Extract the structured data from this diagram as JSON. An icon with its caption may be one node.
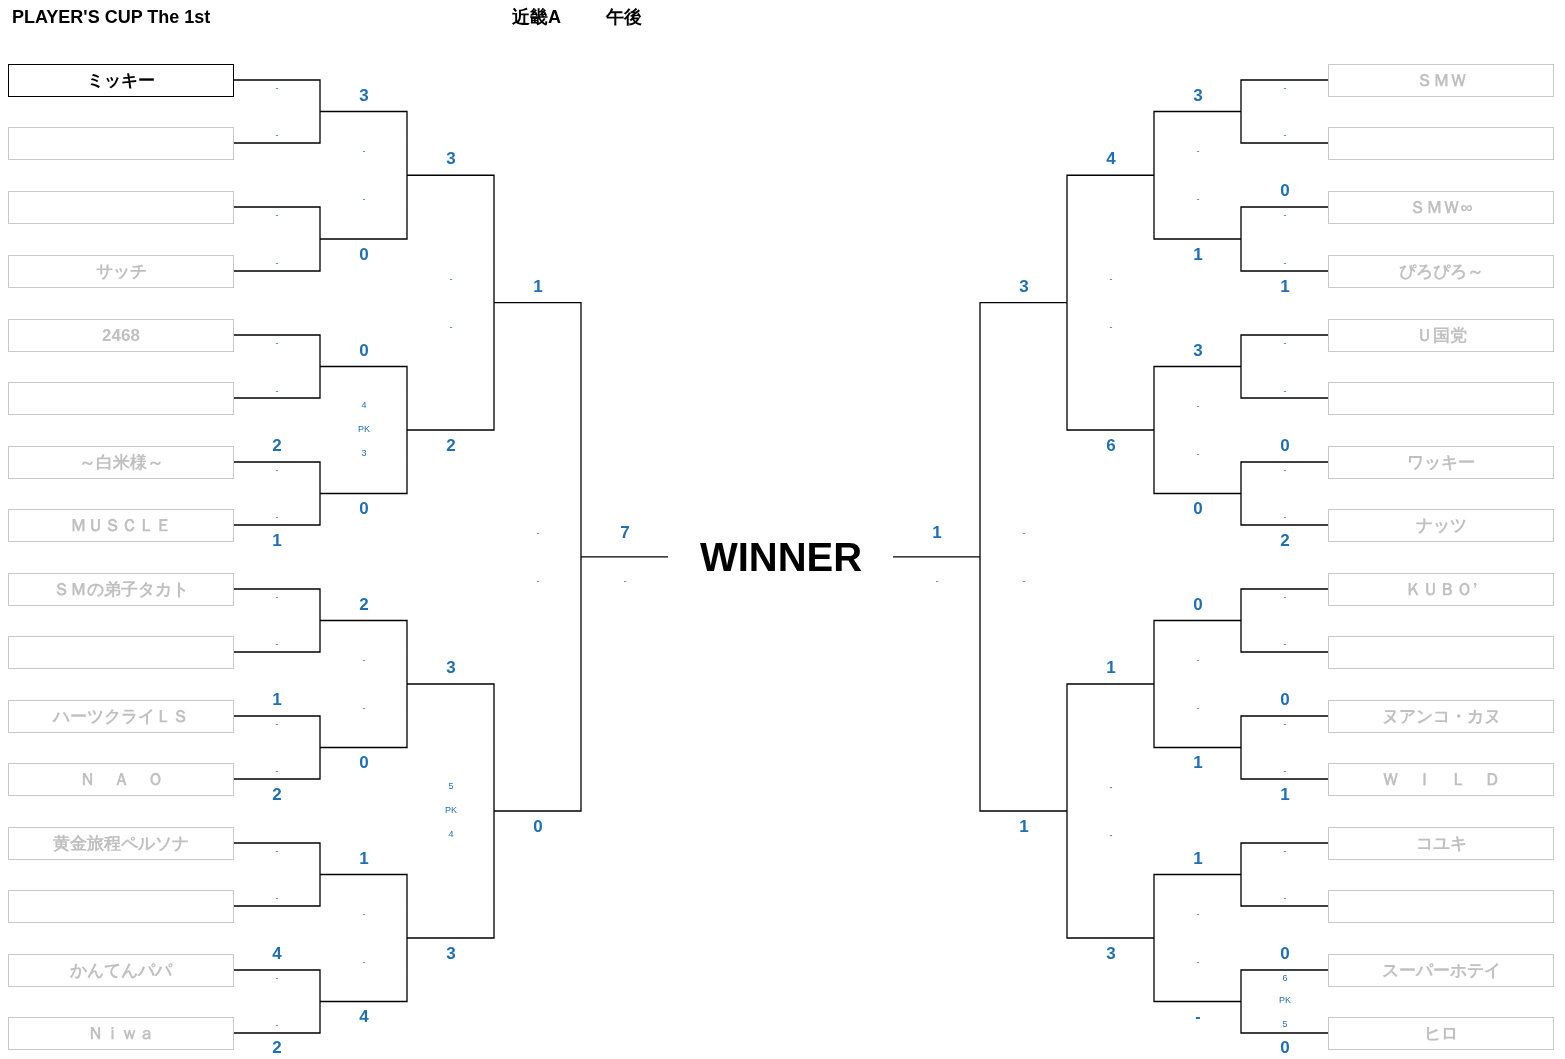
{
  "diagram": {
    "title": "PLAYER'S CUP The 1st",
    "nodes": [
      {
        "text": [
          "ミッキー"
        ]
      },
      {
        "text": [
          "ＳＭＷ"
        ]
      },
      {
        "text": [],
        "shape": "box"
      },
      {
        "text": [],
        "shape": "box"
      },
      {
        "text": [],
        "shape": "box"
      },
      {
        "text": [
          "ＳＭＷ∞"
        ]
      },
      {
        "text": [
          "サッチ"
        ]
      },
      {
        "text": [
          "ぴろぴろ～"
        ]
      },
      {
        "text": [
          "2468"
        ]
      },
      {
        "text": [
          "Ｕ国党"
        ]
      },
      {
        "text": [],
        "shape": "box"
      },
      {
        "text": [],
        "shape": "box"
      },
      {
        "text": [
          "～白米様～"
        ]
      },
      {
        "text": [
          "ワッキー"
        ]
      },
      {
        "text": [
          "ＭＵＳＣＬＥ"
        ]
      },
      {
        "text": [
          "ナッツ"
        ]
      },
      {
        "text": [
          "WINNER"
        ]
      },
      {
        "text": [
          "ＳＭの弟子タカト"
        ]
      },
      {
        "text": [
          "ＫＵＢＯ’"
        ]
      },
      {
        "text": [],
        "shape": "box"
      },
      {
        "text": [],
        "shape": "box"
      },
      {
        "text": [
          "ハーツクライＬＳ"
        ]
      },
      {
        "text": [
          "ヌアンコ・カヌ"
        ]
      },
      {
        "text": [
          "Ｎ　Ａ　Ｏ"
        ]
      },
      {
        "text": [
          "Ｗ　Ｉ　Ｌ　Ｄ"
        ]
      },
      {
        "text": [
          "黄金旅程ペルソナ"
        ]
      },
      {
        "text": [
          "コユキ"
        ]
      },
      {
        "text": [],
        "shape": "box"
      },
      {
        "text": [],
        "shape": "box"
      },
      {
        "text": [
          "かんてんパパ"
        ]
      },
      {
        "text": [
          "スーパーホテイ"
        ]
      },
      {
        "text": [
          "Ｎｉｗａ"
        ]
      },
      {
        "text": [
          "ヒロ"
        ]
      }
    ],
    "labels": [
      "近畿A",
      "午後",
      "-",
      "-",
      "3",
      "3",
      "-",
      "-",
      "-",
      "-",
      "3",
      "4",
      "0",
      "-",
      "-",
      "-",
      "-",
      "0",
      "1",
      "-",
      "-",
      "-",
      "-",
      "1",
      "3",
      "1",
      "-",
      "-",
      "-",
      "-",
      "0",
      "3",
      "-",
      "-",
      "4",
      "-",
      "PK",
      "2",
      "2",
      "6",
      "0",
      "3",
      "-",
      "-",
      "-",
      "0",
      "0",
      "-",
      "-",
      "7",
      "1",
      "-",
      "-",
      "1",
      "2",
      "-",
      "-",
      "-",
      "-",
      "-",
      "-",
      "2",
      "0",
      "-",
      "-",
      "-",
      "-",
      "3",
      "1",
      "1",
      "0",
      "-",
      "-",
      "-",
      "-",
      "0",
      "1",
      "-",
      "-",
      "5",
      "-",
      "2",
      "1",
      "PK",
      "0",
      "1",
      "4",
      "-",
      "-",
      "-",
      "1",
      "1",
      "-",
      "-",
      "-",
      "-",
      "4",
      "3",
      "3",
      "0",
      "-",
      "-",
      "-",
      "6",
      "PK",
      "4",
      "-",
      "5",
      "-",
      "2",
      "0"
    ]
  }
}
